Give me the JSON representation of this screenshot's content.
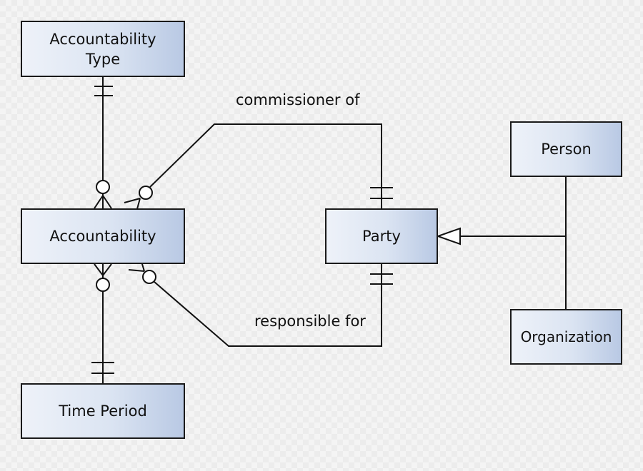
{
  "entities": {
    "accountability_type": "Accountability\nType",
    "accountability": "Accountability",
    "time_period": "Time Period",
    "party": "Party",
    "person": "Person",
    "organization": "Organization"
  },
  "relationships": {
    "commissioner_of": "commissioner of",
    "responsible_for": "responsible for"
  }
}
